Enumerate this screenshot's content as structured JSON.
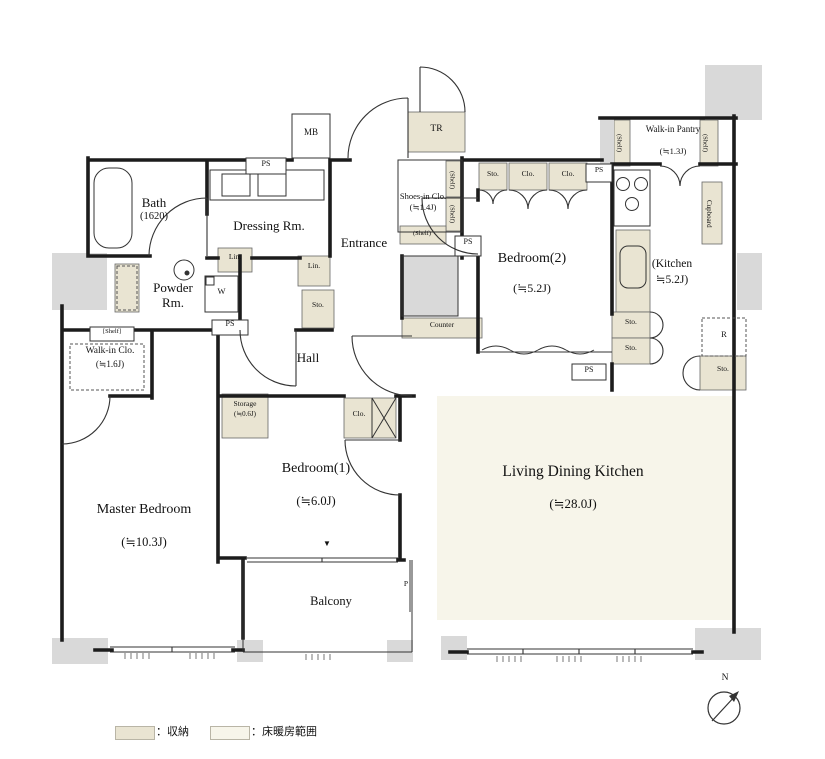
{
  "rooms": {
    "bath": {
      "name": "Bath",
      "size": "(1620)"
    },
    "dressing": {
      "name": "Dressing Rm."
    },
    "entrance": {
      "name": "Entrance"
    },
    "shoes_in_clo": {
      "name": "Shoes-in Clo.",
      "size": "(≒1.4J)"
    },
    "walk_in_pantry": {
      "name": "Walk-in Pantry",
      "size": "(≒1.3J)"
    },
    "bedroom2": {
      "name": "Bedroom(2)",
      "size": "(≒5.2J)"
    },
    "kitchen": {
      "line1": "(Kitchen",
      "line2": "≒5.2J)"
    },
    "powder": {
      "line1": "Powder",
      "line2": "Rm."
    },
    "walk_in_clo": {
      "name": "Walk-in Clo.",
      "size": "(≒1.6J)"
    },
    "hall": {
      "name": "Hall"
    },
    "storage": {
      "name": "Storage",
      "size": "(≒0.6J)"
    },
    "master_bedroom": {
      "name": "Master Bedroom",
      "size": "(≒10.3J)"
    },
    "bedroom1": {
      "name": "Bedroom(1)",
      "size": "(≒6.0J)"
    },
    "ldk": {
      "name": "Living Dining Kitchen",
      "size": "(≒28.0J)"
    },
    "balcony": {
      "name": "Balcony"
    }
  },
  "labels": {
    "mb": "MB",
    "tr": "TR",
    "ps": "PS",
    "sto": "Sto.",
    "clo": "Clo.",
    "lin": "Lin.",
    "w": "W",
    "r": "R",
    "p": "P",
    "counter": "Counter",
    "cupboard": "Cupboard",
    "shelf_paren": "(Shelf)",
    "shelf_bracket": "[Shelf]",
    "marker": "▼"
  },
  "legend": {
    "storage": "：収納",
    "floor_heating": "：床暖房範囲"
  },
  "compass": {
    "north": "N"
  },
  "colors": {
    "storage_fill": "#e9e4d2",
    "floor_heating_fill": "#f7f5ea",
    "pillar": "#d9d9d9",
    "wall": "#1c1c1c"
  }
}
